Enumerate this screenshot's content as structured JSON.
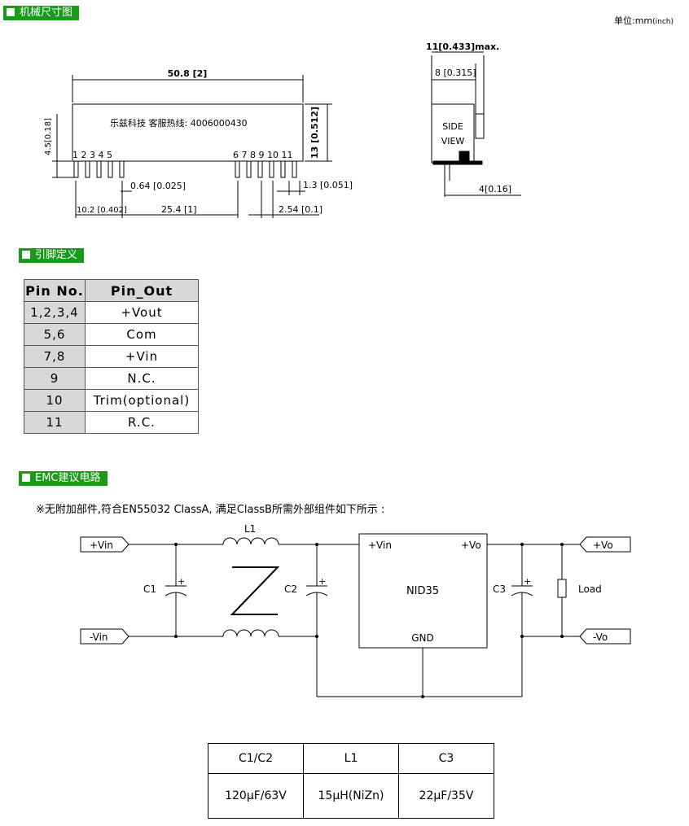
{
  "sections": {
    "mech": "机械尺寸图",
    "pinout": "引脚定义",
    "emc": "EMC建议电路"
  },
  "unit": {
    "label": "单位:mm",
    "suffix": "(inch)"
  },
  "drawing": {
    "width_dim": "50.8 [2]",
    "height_dim": "13 [0.512]",
    "pin_height": "4.5[0.18]",
    "label_text": "乐兹科技 客服热线: 4006000430",
    "pins_left": "1 2 3 4 5",
    "pins_right": "6 7 8 9 10 11",
    "pin_width": "0.64 [0.025]",
    "pin_offset": "1.3 [0.051]",
    "left_offset": "10.2 [0.402]",
    "span": "25.4 [1]",
    "pitch": "2.54 [0.1]",
    "side_max": "11[0.433]max.",
    "side_depth": "8 [0.315]",
    "side_label_1": "SIDE",
    "side_label_2": "VIEW",
    "side_pin": "4[0.16]"
  },
  "pin_table": {
    "headers": [
      "Pin No.",
      "Pin_Out"
    ],
    "rows": [
      [
        "1,2,3,4",
        "+Vout"
      ],
      [
        "5,6",
        "Com"
      ],
      [
        "7,8",
        "+Vin"
      ],
      [
        "9",
        "N.C."
      ],
      [
        "10",
        "Trim(optional)"
      ],
      [
        "11",
        "R.C."
      ]
    ]
  },
  "emc_note": "※无附加部件,符合EN55032 ClassA, 满足ClassB所需外部组件如下所示 :",
  "circuit": {
    "vin_pos": "+Vin",
    "vin_neg": "-Vin",
    "l1": "L1",
    "c1": "C1",
    "c2": "C2",
    "c3": "C3",
    "module": "NID35",
    "mod_vin": "+Vin",
    "mod_vo": "+Vo",
    "mod_gnd": "GND",
    "load": "Load",
    "vo_pos": "+Vo",
    "vo_neg": "-Vo",
    "plus": "+"
  },
  "parts_table": {
    "headers": [
      "C1/C2",
      "L1",
      "C3"
    ],
    "values": [
      "120μF/63V",
      "15μH(NiZn)",
      "22μF/35V"
    ]
  }
}
